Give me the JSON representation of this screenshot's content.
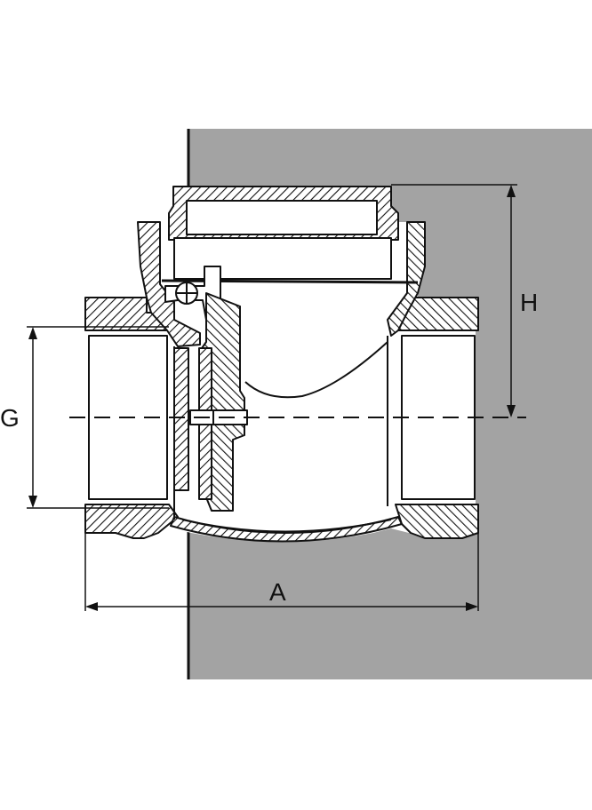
{
  "diagram": {
    "labels": {
      "height": "H",
      "thread_size": "G",
      "length": "A"
    },
    "colors": {
      "background_panel": "#a3a3a3",
      "line": "#111111",
      "body_fill": "#ffffff"
    }
  }
}
